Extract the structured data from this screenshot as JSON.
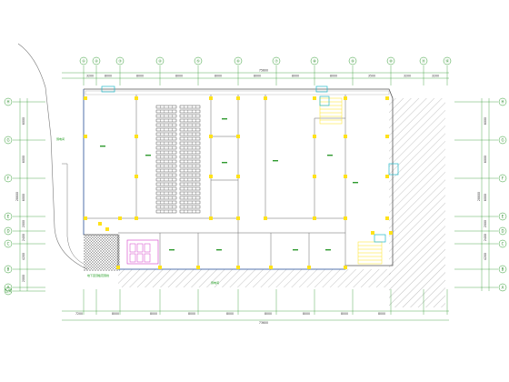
{
  "grid": {
    "top_numbers": [
      "①",
      "②",
      "③",
      "④",
      "⑤",
      "⑥",
      "⑦",
      "⑧",
      "⑨",
      "⑩",
      "⑪",
      "⑫"
    ],
    "left_letters": [
      "H",
      "G",
      "F",
      "E",
      "D",
      "C",
      "B",
      "A",
      "1/A"
    ],
    "right_letters": [
      "H",
      "G",
      "F",
      "E",
      "D",
      "C",
      "B",
      "A"
    ],
    "top_dims": [
      "3200",
      "8000",
      "8000",
      "8000",
      "8000",
      "8000",
      "8000",
      "8000",
      "3500",
      "3200",
      "3200"
    ],
    "top_total": "75600",
    "bottom_dims": [
      "7200",
      "8000",
      "8000",
      "8000",
      "8000",
      "8000",
      "8000",
      "8000",
      "8000"
    ],
    "bottom_total": "73600",
    "left_dims": [
      "6000",
      "6000",
      "6000",
      "2000",
      "2400",
      "4200",
      "2000"
    ],
    "left_total": "28800",
    "right_dims": [
      "6000",
      "6000",
      "6000",
      "2000",
      "2400",
      "4200"
    ],
    "right_total": "28800"
  },
  "labels": {
    "hatch_note": "地下室顶板范围线",
    "room_note": "弱电间"
  },
  "colors": {
    "grid": "#2e9a2e",
    "wall": "#555555",
    "equipment": "#ffe21a",
    "accent": "#2b6fe0",
    "magenta": "#d23cc8"
  }
}
